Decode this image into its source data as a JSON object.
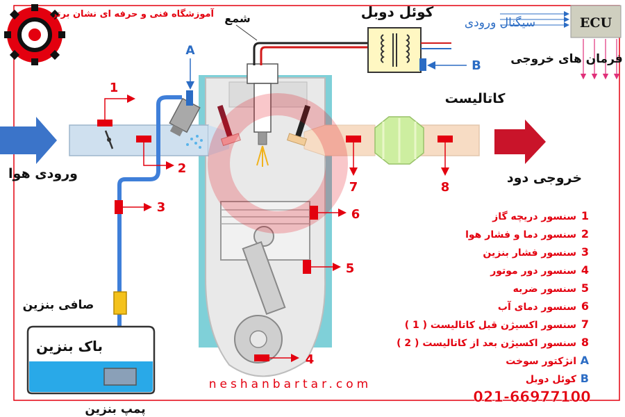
{
  "header": {
    "institute": "آموزشگاه فنی و حرفه ای نشان برتر"
  },
  "labels": {
    "coil": "کوئل دوبل",
    "spark_plug": "شمع",
    "input_signal": "سیگنال ورودی",
    "ecu": "ECU",
    "output_commands": "فرمان های خروجی",
    "catalyst": "کاتالیست",
    "air_input": "ورودی هوا",
    "exhaust_output": "خروجی دود",
    "fuel_filter": "صافی بنزین",
    "fuel_tank": "باک بنزین",
    "fuel_pump": "پمپ بنزین"
  },
  "markers": {
    "m1": "1",
    "m2": "2",
    "m3": "3",
    "m4": "4",
    "m5": "5",
    "m6": "6",
    "m7": "7",
    "m8": "8",
    "mA": "A",
    "mB": "B"
  },
  "legend": [
    {
      "key": "1",
      "text": "سنسور دریچه گاز"
    },
    {
      "key": "2",
      "text": "سنسور دما و فشار هوا"
    },
    {
      "key": "3",
      "text": "سنسور فشار بنزین"
    },
    {
      "key": "4",
      "text": "سنسور دور موتور"
    },
    {
      "key": "5",
      "text": "سنسور ضربه"
    },
    {
      "key": "6",
      "text": "سنسور دمای آب"
    },
    {
      "key": "7",
      "text": "سنسور اکسیژن قبل کاتالیست ( 1 )"
    },
    {
      "key": "8",
      "text": "سنسور اکسیژن بعد از کاتالیست ( 2 )"
    },
    {
      "key": "A",
      "text": "انژکتور سوخت"
    },
    {
      "key": "B",
      "text": "کوئل دوبل"
    }
  ],
  "footer": {
    "website": "neshanbartar.com",
    "phone": "021-66977100"
  },
  "colors": {
    "accent_red": "#e3000f",
    "label_blue": "#2b6cc4",
    "pipe_blue": "#3f7fd9",
    "intake": "#cfe0ef",
    "exhaust": "#f7dcc4",
    "coolant": "#7fd0d8",
    "catalyst": "#cdeea0"
  }
}
